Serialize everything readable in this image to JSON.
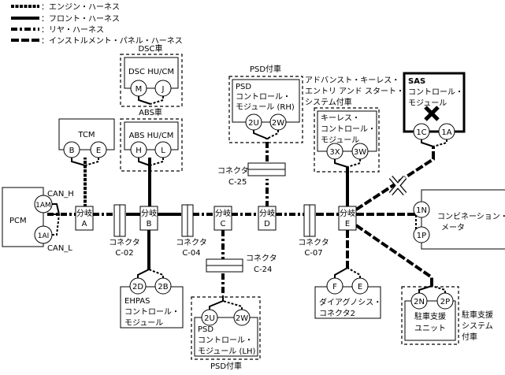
{
  "legend": [
    {
      "style": "engine",
      "label": "：エンジン・ハーネス"
    },
    {
      "style": "front",
      "label": "：フロント・ハーネス"
    },
    {
      "style": "rear",
      "label": "：リヤ・ハーネス"
    },
    {
      "style": "instrument-panel",
      "label": "：インストルメント・パネル・ハーネス"
    }
  ],
  "modules": {
    "dsc": {
      "condition": "DSC車",
      "name": "DSC HU/CM",
      "pins": [
        "M",
        "J"
      ]
    },
    "abs": {
      "condition": "ABS車",
      "name": "ABS HU/CM",
      "pins": [
        "H",
        "L"
      ]
    },
    "tcm": {
      "name": "TCM",
      "pins": [
        "B",
        "E"
      ]
    },
    "pcm": {
      "name": "PCM",
      "pins": [
        "1AM",
        "1AI"
      ],
      "can_h": "CAN_H",
      "can_l": "CAN_L"
    },
    "psd_rh": {
      "condition": "PSD付車",
      "lines": [
        "PSD",
        "コントロール・",
        "モジュール (RH)"
      ],
      "pins": [
        "2U",
        "2W"
      ]
    },
    "keyless": {
      "condition_lines": [
        "アドバンスト・キーレス・",
        "エントリ アンド スタート・",
        "システム付車"
      ],
      "lines": [
        "キーレス・",
        "コントロール・",
        "モジュール"
      ],
      "pins": [
        "3X",
        "3W"
      ]
    },
    "sas": {
      "lines": [
        "SAS",
        "コントロール・",
        "モジュール"
      ],
      "pins": [
        "1C",
        "1A"
      ],
      "status": "not-connected-x"
    },
    "meter": {
      "lines": [
        "コンビネーション・",
        "メータ"
      ],
      "pins": [
        "1N",
        "1P"
      ]
    },
    "ehpas": {
      "lines": [
        "EHPAS",
        "コントロール・",
        "モジュール"
      ],
      "pins": [
        "2D",
        "2B"
      ]
    },
    "psd_lh": {
      "condition": "PSD付車",
      "lines": [
        "PSD",
        "コントロール・",
        "モジュール (LH)"
      ],
      "pins": [
        "2U",
        "2W"
      ]
    },
    "diag": {
      "lines": [
        "ダイアグノシス・",
        "コネクタ2"
      ],
      "pins": [
        "F",
        "E"
      ]
    },
    "parking": {
      "condition_lines": [
        "駐車支援",
        "システム",
        "付車"
      ],
      "lines": [
        "駐車支援",
        "ユニット"
      ],
      "pins": [
        "2N",
        "2P"
      ]
    }
  },
  "branches": [
    {
      "label": "分岐",
      "id": "A"
    },
    {
      "label": "分岐",
      "id": "B"
    },
    {
      "label": "分岐",
      "id": "C"
    },
    {
      "label": "分岐",
      "id": "D"
    },
    {
      "label": "分岐",
      "id": "E"
    }
  ],
  "connectors": {
    "c02": {
      "label": "コネクタ",
      "id": "C-02"
    },
    "c04": {
      "label": "コネクタ",
      "id": "C-04"
    },
    "c07": {
      "label": "コネクタ",
      "id": "C-07"
    },
    "c24": {
      "label": "コネクタ",
      "id": "C-24"
    },
    "c25": {
      "label": "コネクタ",
      "id": "C-25"
    }
  }
}
